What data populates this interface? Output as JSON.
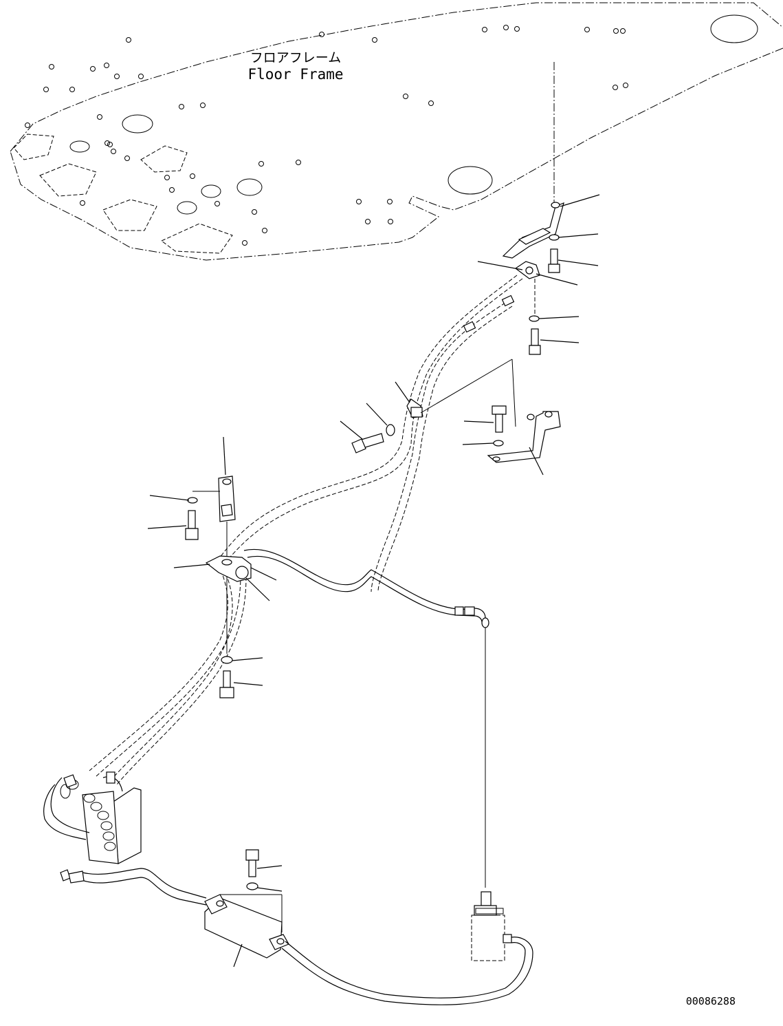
{
  "floor_frame": {
    "label_jp": "フロアフレーム",
    "label_en": "Floor Frame"
  },
  "drawing_number": "00086288"
}
